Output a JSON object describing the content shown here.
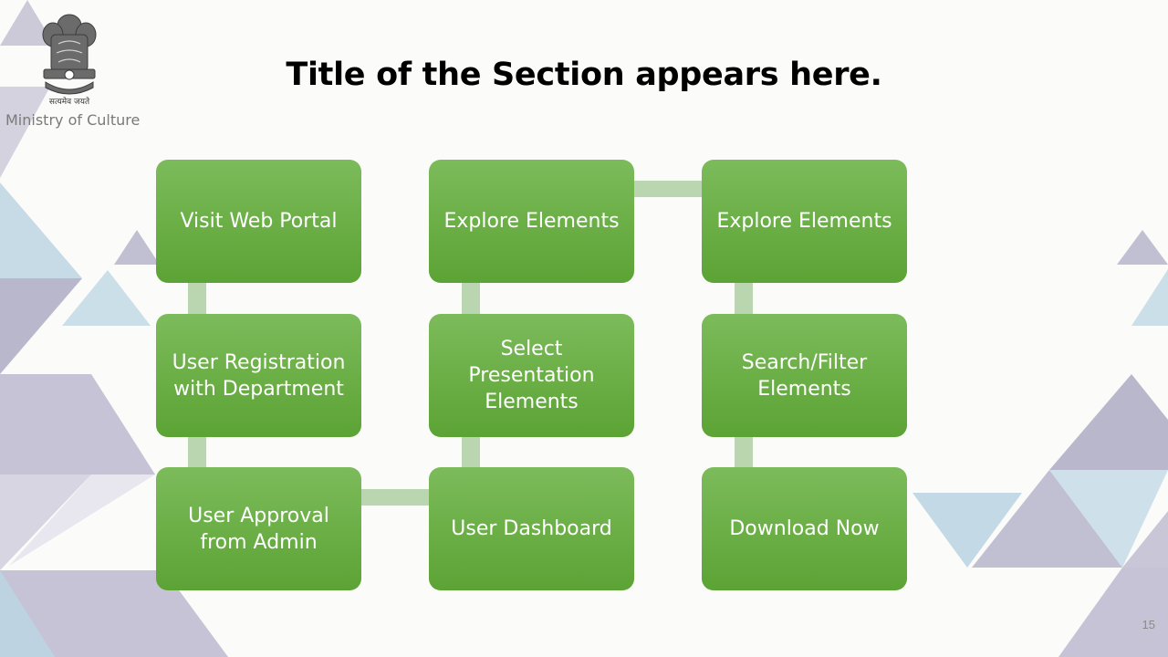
{
  "header": {
    "emblem_motto": "सत्यमेव जयते",
    "ministry": "Ministry of Culture",
    "title": "Title of the Section appears here."
  },
  "steps": [
    {
      "label": "Visit Web Portal"
    },
    {
      "label": "User Registration with Department"
    },
    {
      "label": "User Approval from Admin"
    },
    {
      "label": "User Dashboard"
    },
    {
      "label": "Select Presentation Elements"
    },
    {
      "label": "Explore Elements"
    },
    {
      "label": "Explore Elements"
    },
    {
      "label": "Search/Filter Elements"
    },
    {
      "label": "Download Now"
    }
  ],
  "footer": {
    "page_number": "15"
  },
  "colors": {
    "step_fill": "#6aae45",
    "connector": "#b9d6b0",
    "triangle_blue": "#bcd5e2",
    "triangle_purple": "#b3b0c8"
  }
}
